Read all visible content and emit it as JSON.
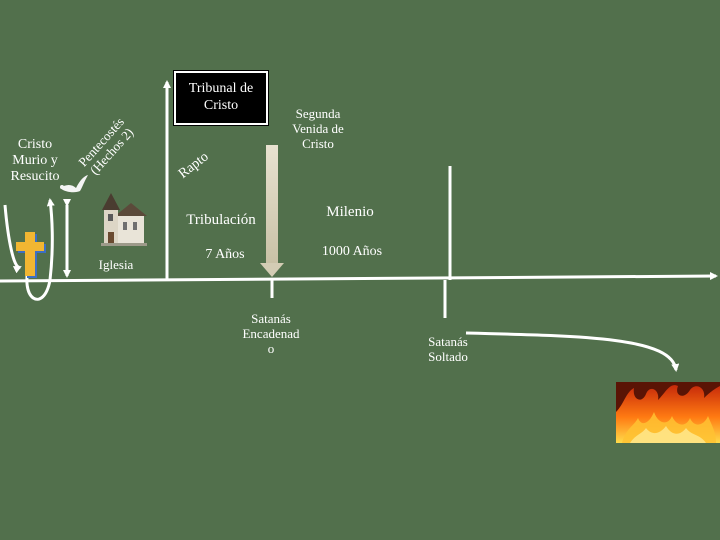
{
  "labels": {
    "cristo_murio": "Cristo\nMurio y\nResucito",
    "pentecostes": "Pentecostés\n(Hechos 2)",
    "iglesia": "Iglesia",
    "rapto": "Rapto",
    "tribunal": "Tribunal de\nCristo",
    "segunda_venida": "Segunda\nVenida de\nCristo",
    "tribulacion": "Tribulación",
    "siete_anos": "7  Años",
    "milenio": "Milenio",
    "mil_anos": "1000 Años",
    "satanas_encadenado": "Satanás\nEncadenad\no",
    "satanas_soltado": "Satanás\nSoltado"
  },
  "icons": {
    "cross": "cross-icon",
    "dove": "dove-icon",
    "church": "church-icon",
    "fire": "fire-image"
  },
  "colors": {
    "background": "#52704c",
    "line": "#ffffff",
    "cross": "#f2b632",
    "box": "#000000"
  }
}
